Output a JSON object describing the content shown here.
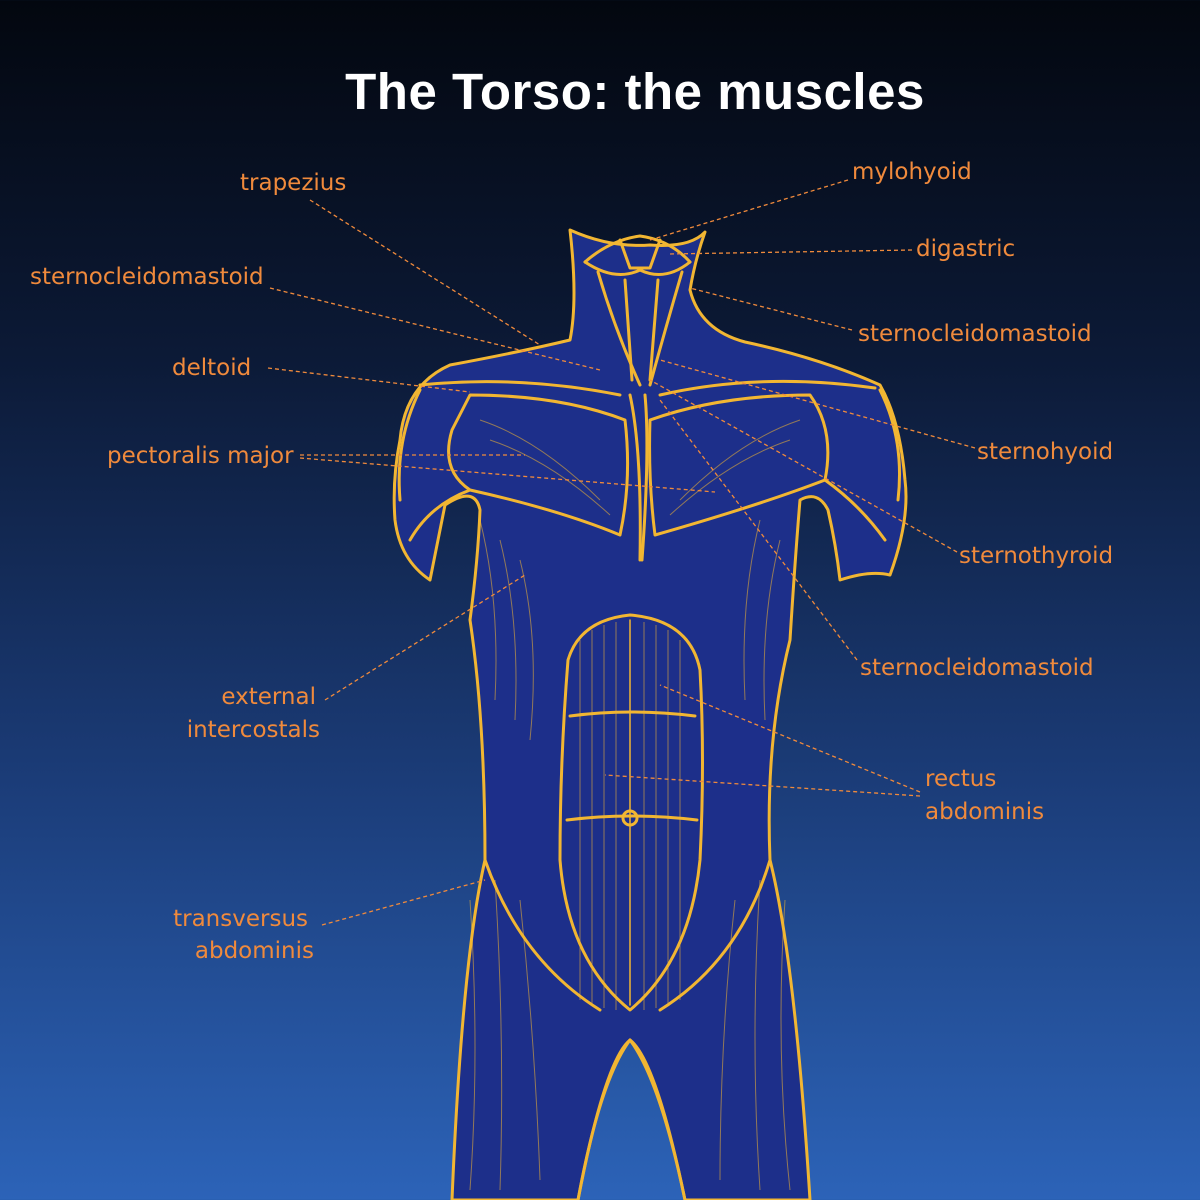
{
  "title": "The Torso: the muscles",
  "colors": {
    "outline": "#f2b632",
    "leader": "#f08a3c",
    "body_fill": "#1d2f8a",
    "title": "#ffffff"
  },
  "labels": {
    "trapezius": "trapezius",
    "sternocleidomastoid_left": "sternocleidomastoid",
    "deltoid": "deltoid",
    "pectoralis_major": "pectoralis major",
    "external_intercostals_1": "external",
    "external_intercostals_2": "intercostals",
    "transversus_abdominis_1": "transversus",
    "transversus_abdominis_2": "abdominis",
    "mylohyoid": "mylohyoid",
    "digastric": "digastric",
    "sternocleidomastoid_right_1": "sternocleidomastoid",
    "sternohyoid": "sternohyoid",
    "sternothyroid": "sternothyroid",
    "sternocleidomastoid_right_2": "sternocleidomastoid",
    "rectus_abdominis_1": "rectus",
    "rectus_abdominis_2": "abdominis"
  }
}
